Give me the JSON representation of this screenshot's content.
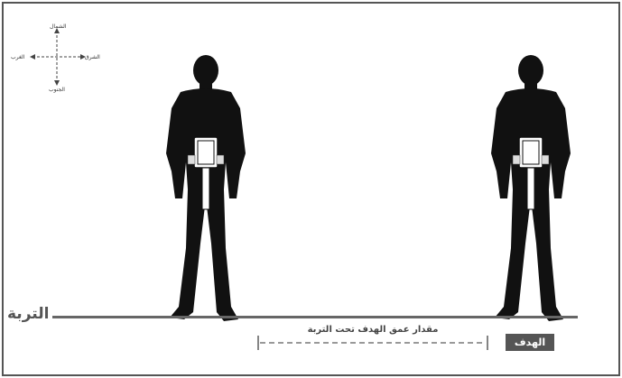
{
  "compass": {
    "north": "الشمال",
    "south": "الجنوب",
    "east": "الشرق",
    "west": "الغرب"
  },
  "ground": {
    "label": "التربة"
  },
  "measurement": {
    "label": "مقدار عمق الهدف تحت التربة"
  },
  "target": {
    "label": "الهدف"
  },
  "colors": {
    "frame": "#555555",
    "ground": "#666666",
    "silhouette": "#111111",
    "badge": "#555555"
  }
}
